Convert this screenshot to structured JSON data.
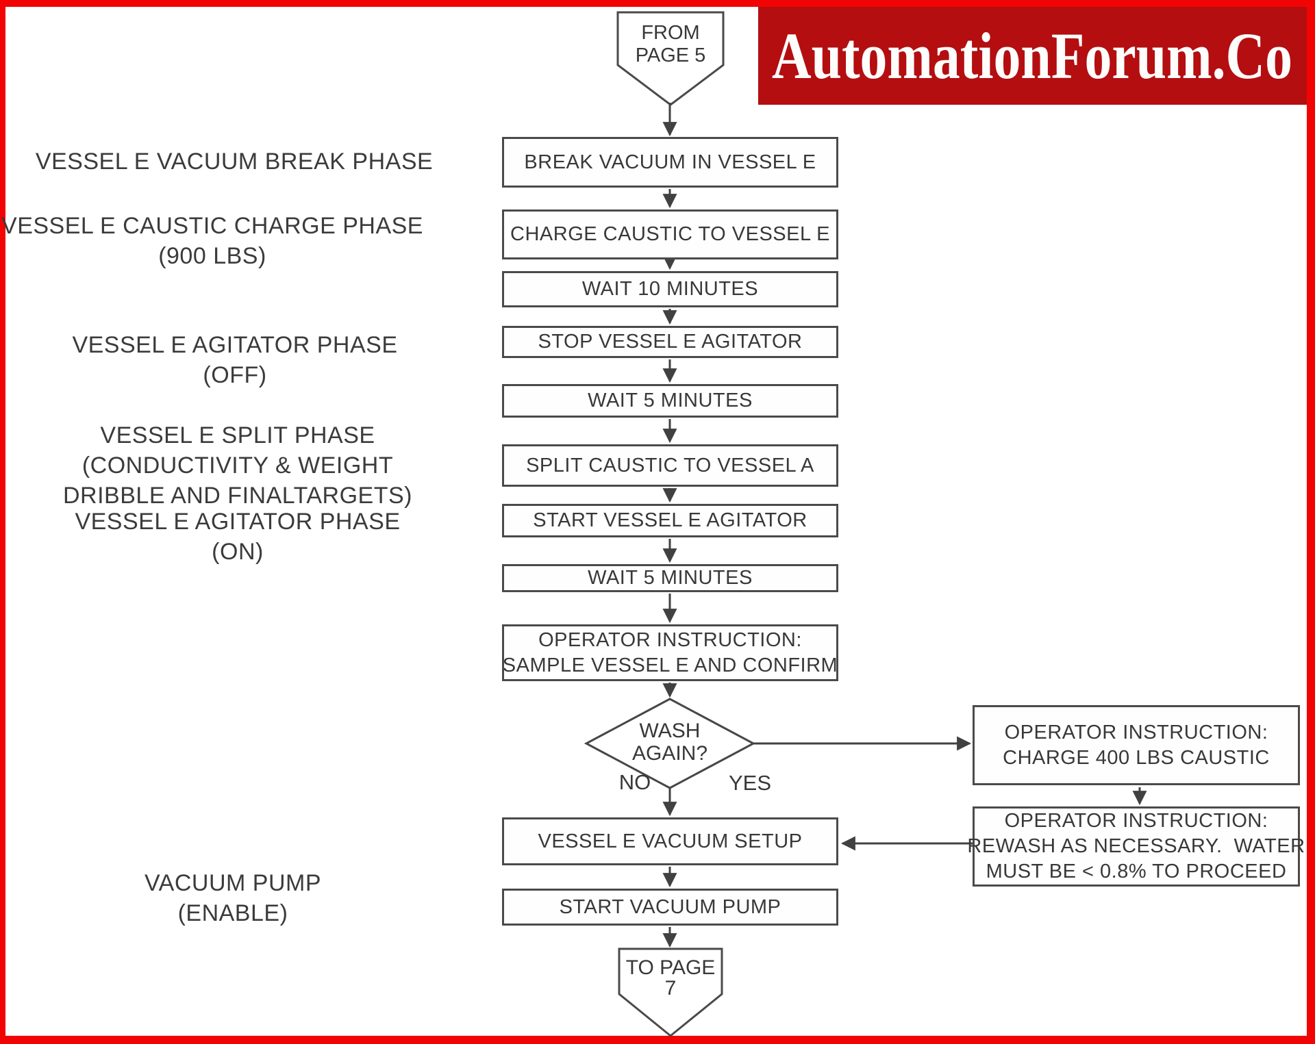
{
  "banner": {
    "text": "AutomationForum.Co"
  },
  "colors": {
    "border_red": "#f20404",
    "banner_red": "#b40e11",
    "line_gray": "#414141"
  },
  "flow": {
    "entry_connector": {
      "line1": "FROM",
      "line2": "PAGE 5"
    },
    "steps": {
      "break_vacuum": "BREAK VACUUM IN VESSEL E",
      "charge_caustic": "CHARGE CAUSTIC TO VESSEL E",
      "wait_10": "WAIT 10 MINUTES",
      "stop_agitator": "STOP VESSEL E AGITATOR",
      "wait_5_a": "WAIT 5 MINUTES",
      "split_caustic": "SPLIT CAUSTIC TO VESSEL A",
      "start_agitator": "START VESSEL E AGITATOR",
      "wait_5_b": "WAIT 5 MINUTES",
      "sample_line1": "OPERATOR INSTRUCTION:",
      "sample_line2": "SAMPLE VESSEL E AND CONFIRM",
      "vacuum_setup": "VESSEL E VACUUM SETUP",
      "start_pump": "START VACUUM PUMP"
    },
    "decision": {
      "line1": "WASH",
      "line2": "AGAIN?",
      "no_label": "NO",
      "yes_label": "YES"
    },
    "yes_branch": {
      "charge_line1": "OPERATOR INSTRUCTION:",
      "charge_line2": "CHARGE 400 LBS CAUSTIC",
      "rewash_line1": "OPERATOR INSTRUCTION:",
      "rewash_line2": "REWASH AS NECESSARY.  WATER",
      "rewash_line3": "MUST BE < 0.8% TO PROCEED"
    },
    "exit_connector": {
      "line1": "TO PAGE",
      "line2": "7"
    }
  },
  "phase_labels": {
    "vacuum_break": {
      "line1": "VESSEL E VACUUM BREAK PHASE"
    },
    "caustic_charge": {
      "line1": "VESSEL E CAUSTIC CHARGE PHASE",
      "line2": "(900 LBS)"
    },
    "agitator_off": {
      "line1": "VESSEL E AGITATOR PHASE",
      "line2": "(OFF)"
    },
    "split": {
      "line1": "VESSEL E SPLIT PHASE",
      "line2": "(CONDUCTIVITY & WEIGHT",
      "line3": "DRIBBLE AND FINALTARGETS)"
    },
    "agitator_on": {
      "line1": "VESSEL E AGITATOR PHASE",
      "line2": "(ON)"
    },
    "vacuum_pump": {
      "line1": "VACUUM PUMP",
      "line2": "(ENABLE)"
    }
  }
}
